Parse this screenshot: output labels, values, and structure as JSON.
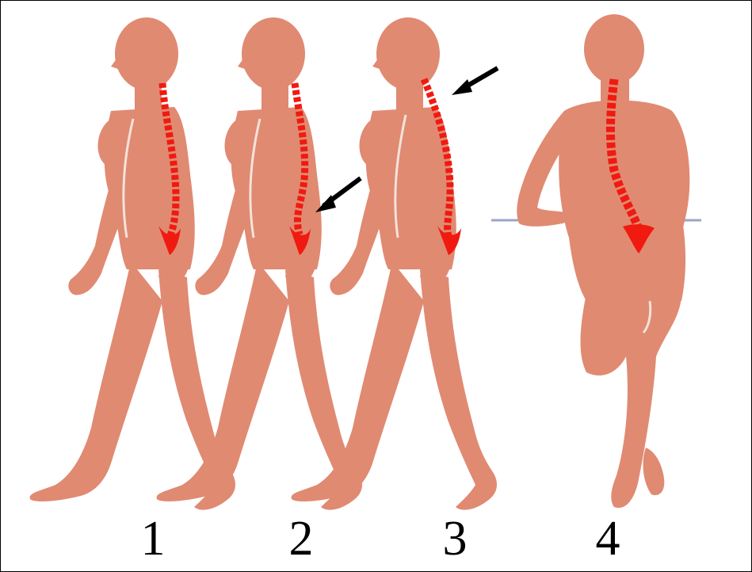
{
  "figures": [
    {
      "id": "1",
      "label": "1"
    },
    {
      "id": "2",
      "label": "2"
    },
    {
      "id": "3",
      "label": "3"
    },
    {
      "id": "4",
      "label": "4"
    }
  ],
  "colors": {
    "skin": "#e08a72",
    "outline": "#f3e3da",
    "spine": "#f01a10",
    "arrow": "#000000",
    "border": "#000000",
    "background": "#ffffff"
  }
}
